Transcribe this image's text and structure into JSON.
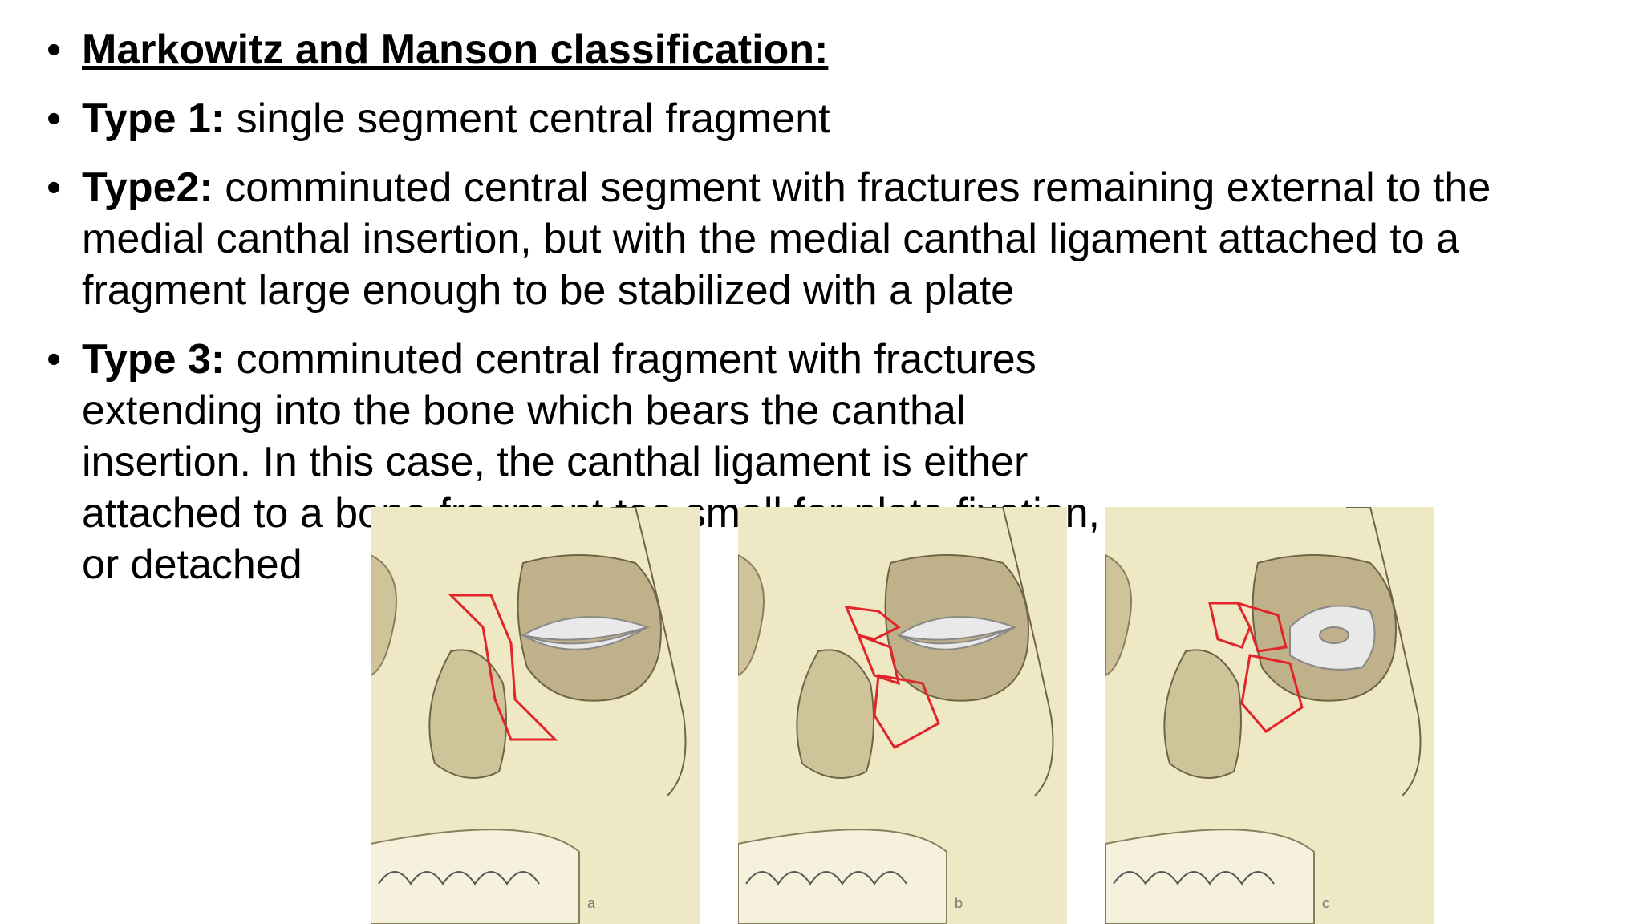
{
  "bullets": [
    {
      "heading": "Markowitz and Manson classification:"
    },
    {
      "term": "Type 1:",
      "text": " single segment central fragment"
    },
    {
      "term": "Type2:",
      "text": " comminuted central segment with fractures remaining external to the medial canthal insertion, but with the medial canthal ligament attached to a fragment large enough to be stabilized with a plate"
    },
    {
      "term": " Type 3:",
      "text": " comminuted central fragment with fractures extending into the bone which bears the canthal insertion. In this case, the canthal ligament is either attached to a bone fragment too small for plate fixation, or detached"
    }
  ],
  "bullet_glyph": "•",
  "figure_labels": [
    "a",
    "b",
    "c"
  ],
  "colors": {
    "bone": "#efe8c4",
    "bone_shadow": "#cfc39a",
    "orbit": "#bfb28a",
    "fracture": "#e0242a",
    "ligament": "#e9e9e9"
  }
}
